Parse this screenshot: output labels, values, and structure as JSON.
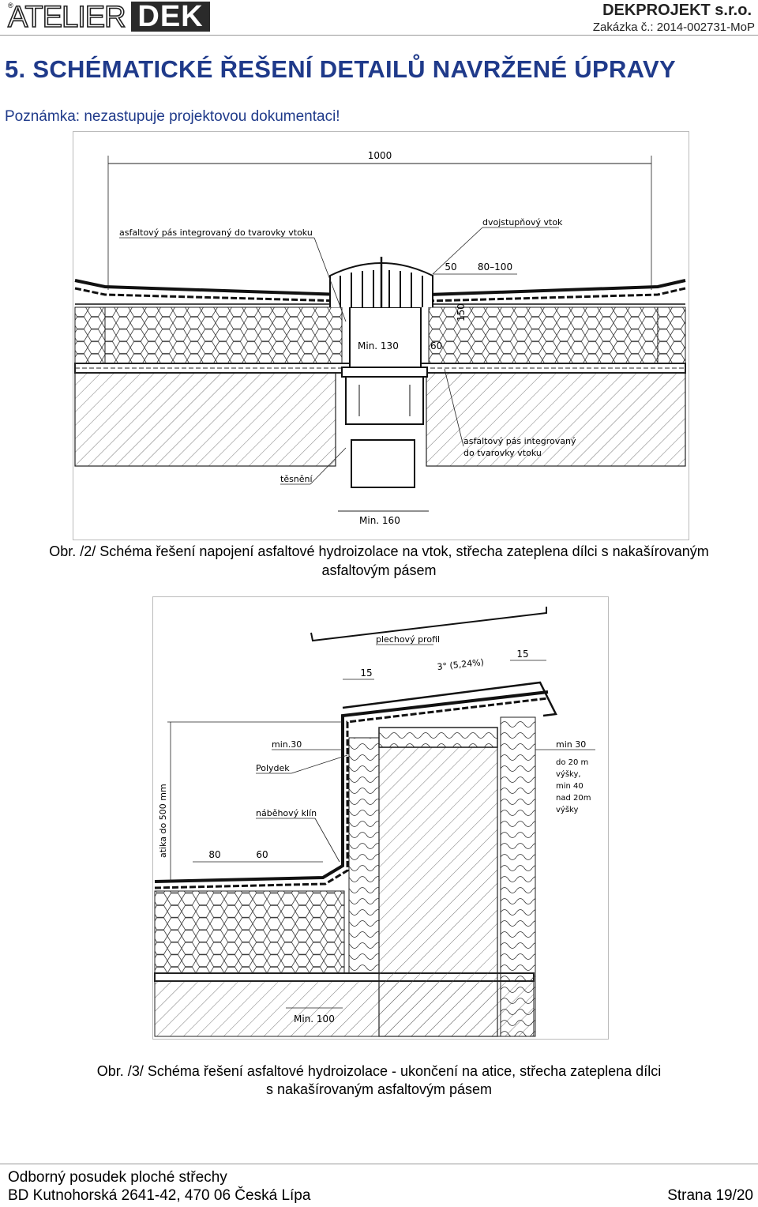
{
  "header": {
    "logo_left": "ATELIER",
    "logo_right": "DEK",
    "company": "DEKPROJEKT s.r.o.",
    "order": "Zakázka č.: 2014-002731-MoP"
  },
  "section": {
    "title": "5.  SCHÉMATICKÉ ŘEŠENÍ DETAILŮ NAVRŽENÉ ÚPRAVY",
    "note": "Poznámka: nezastupuje projektovou dokumentaci!"
  },
  "figure2": {
    "labels": {
      "width": "1000",
      "left_strip": "asfaltový pás integrovaný do tvarovky vtoku",
      "two_stage": "dvojstupňový vtok",
      "d50": "50",
      "d80_100": "80–100",
      "d150": "150",
      "min130": "Min. 130",
      "d60": "60",
      "right_strip_1": "asfaltový pás integrovaný",
      "right_strip_2": "do tvarovky vtoku",
      "seal": "těsnění",
      "min160": "Min. 160"
    },
    "caption_1": "Obr. /2/ Schéma řešení napojení asfaltové hydroizolace na vtok, střecha zateplena dílci s nakašírovaným",
    "caption_2": "asfaltovým pásem"
  },
  "figure3": {
    "labels": {
      "sheet": "plechový profil",
      "slope": "3° (5,24%)",
      "d15a": "15",
      "d15b": "15",
      "min30a": "min.30",
      "polydek": "Polydek",
      "wedge": "náběhový klín",
      "attic": "atika do 500 mm",
      "d80": "80",
      "d60": "60",
      "min100": "Min. 100",
      "min30b": "min  30",
      "h1": "do 20 m",
      "h2": "výšky,",
      "h3": "min 40",
      "h4": "nad 20m",
      "h5": "výšky"
    },
    "caption_1": "Obr. /3/ Schéma řešení asfaltové hydroizolace - ukončení na atice, střecha zateplena dílci",
    "caption_2": "s nakašírovaným asfaltovým pásem"
  },
  "footer": {
    "title": "Odborný posudek ploché střechy",
    "address": "BD Kutnohorská 2641-42, 470 06 Česká Lípa",
    "page": "Strana 19/20"
  }
}
